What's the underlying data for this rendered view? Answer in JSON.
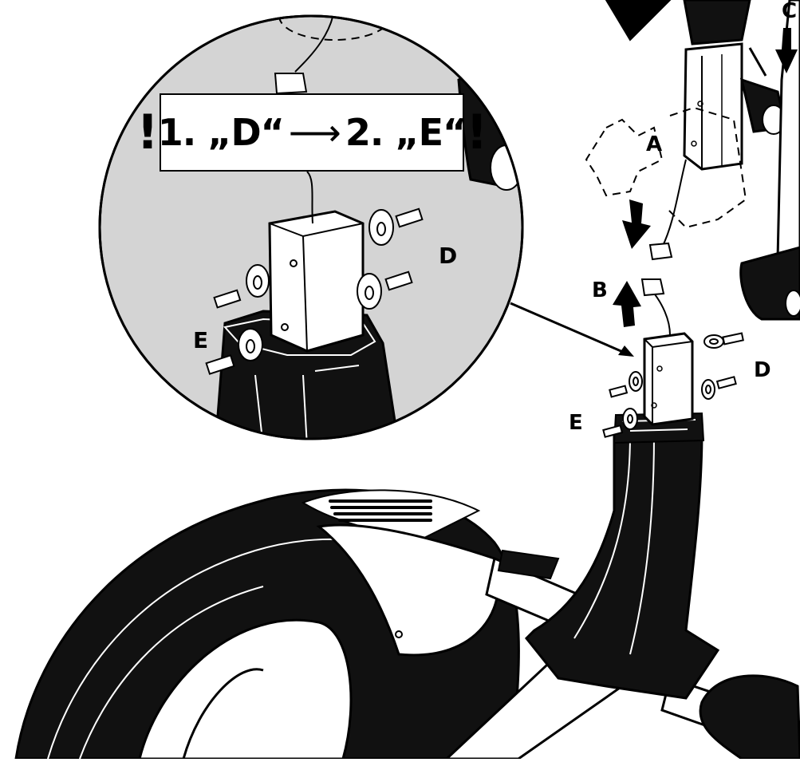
{
  "diagram": {
    "instruction": {
      "prefix": "!",
      "step1": "1. „D“",
      "step2": "2. „E“",
      "suffix": "!"
    },
    "labels": {
      "a": "A",
      "b": "B",
      "c": "C",
      "d_detail": "D",
      "e_detail": "E",
      "d_main": "D",
      "e_main": "E"
    }
  }
}
